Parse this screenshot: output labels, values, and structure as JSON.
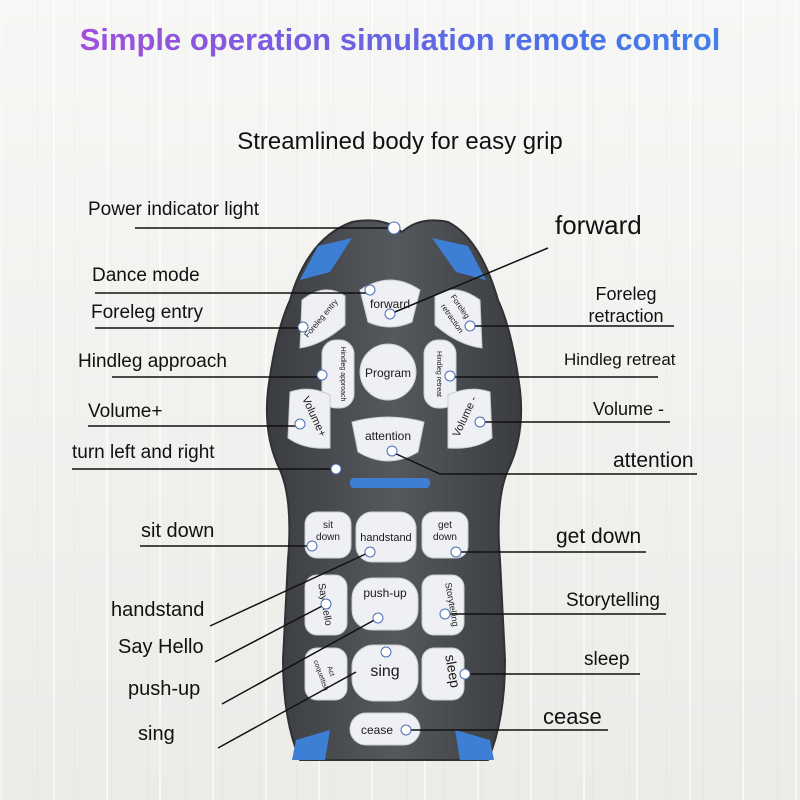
{
  "header": {
    "title": "Simple operation simulation remote control",
    "subtitle": "Streamlined body for easy grip"
  },
  "callouts": {
    "power": "Power indicator light",
    "forward": "forward",
    "dance": "Dance mode",
    "foreleg_entry": "Foreleg entry",
    "foreleg_retraction": "Foreleg retraction",
    "hindleg_approach": "Hindleg approach",
    "hindleg_retreat": "Hindleg retreat",
    "volume_plus": "Volume+",
    "volume_minus": "Volume -",
    "turn": "turn left and right",
    "attention": "attention",
    "sit_down": "sit down",
    "get_down": "get down",
    "handstand": "handstand",
    "storytelling": "Storytelling",
    "say_hello": "Say Hello",
    "sleep": "sleep",
    "push_up": "push-up",
    "cease": "cease",
    "sing": "sing"
  },
  "buttons": {
    "forward": "forward",
    "foreleg_entry": "Foreleg entry",
    "foreleg_retraction_1": "Foreleg",
    "foreleg_retraction_2": "retraction",
    "program": "Program",
    "hindleg_approach": "Hindleg approach",
    "hindleg_retreat": "Hindleg retreat",
    "volume_plus": "Volume+",
    "volume_minus": "Volume -",
    "attention": "attention",
    "sit_1": "sit",
    "sit_2": "down",
    "handstand": "handstand",
    "get_1": "get",
    "get_2": "down",
    "say_hello": "Say Hello",
    "push_up": "push-up",
    "storytelling": "Storytelling",
    "act_1": "Act",
    "act_2": "coquettish",
    "sing": "sing",
    "sleep": "sleep",
    "cease": "cease"
  },
  "colors": {
    "body": "#4a4d52",
    "button": "#eef0f3",
    "accent": "#3e7fd6",
    "line": "#111111"
  }
}
